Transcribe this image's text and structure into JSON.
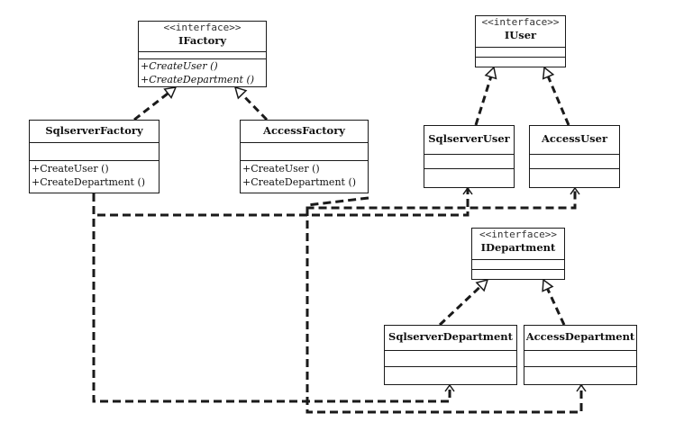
{
  "classes": {
    "ifactory": {
      "stereotype": "<<interface>>",
      "name": "IFactory",
      "ops": [
        "+CreateUser ()",
        "+CreateDepartment ()"
      ]
    },
    "sqlserver_factory": {
      "name": "SqlserverFactory",
      "ops": [
        "+CreateUser ()",
        "+CreateDepartment ()"
      ]
    },
    "access_factory": {
      "name": "AccessFactory",
      "ops": [
        "+CreateUser ()",
        "+CreateDepartment ()"
      ]
    },
    "iuser": {
      "stereotype": "<<interface>>",
      "name": "IUser"
    },
    "sqlserver_user": {
      "name": "SqlserverUser"
    },
    "access_user": {
      "name": "AccessUser"
    },
    "idepartment": {
      "stereotype": "<<interface>>",
      "name": "IDepartment"
    },
    "sqlserver_department": {
      "name": "SqlserverDepartment"
    },
    "access_department": {
      "name": "AccessDepartment"
    }
  },
  "relations": {
    "realizations": [
      [
        "sqlserver_factory",
        "ifactory"
      ],
      [
        "access_factory",
        "ifactory"
      ],
      [
        "sqlserver_user",
        "iuser"
      ],
      [
        "access_user",
        "iuser"
      ],
      [
        "sqlserver_department",
        "idepartment"
      ],
      [
        "access_department",
        "idepartment"
      ]
    ],
    "dependencies": [
      [
        "sqlserver_factory",
        "sqlserver_user"
      ],
      [
        "sqlserver_factory",
        "sqlserver_department"
      ],
      [
        "access_factory",
        "access_user"
      ],
      [
        "access_factory",
        "access_department"
      ]
    ]
  },
  "colors": {
    "line": "#1a1a1a",
    "background": "#ffffff"
  }
}
